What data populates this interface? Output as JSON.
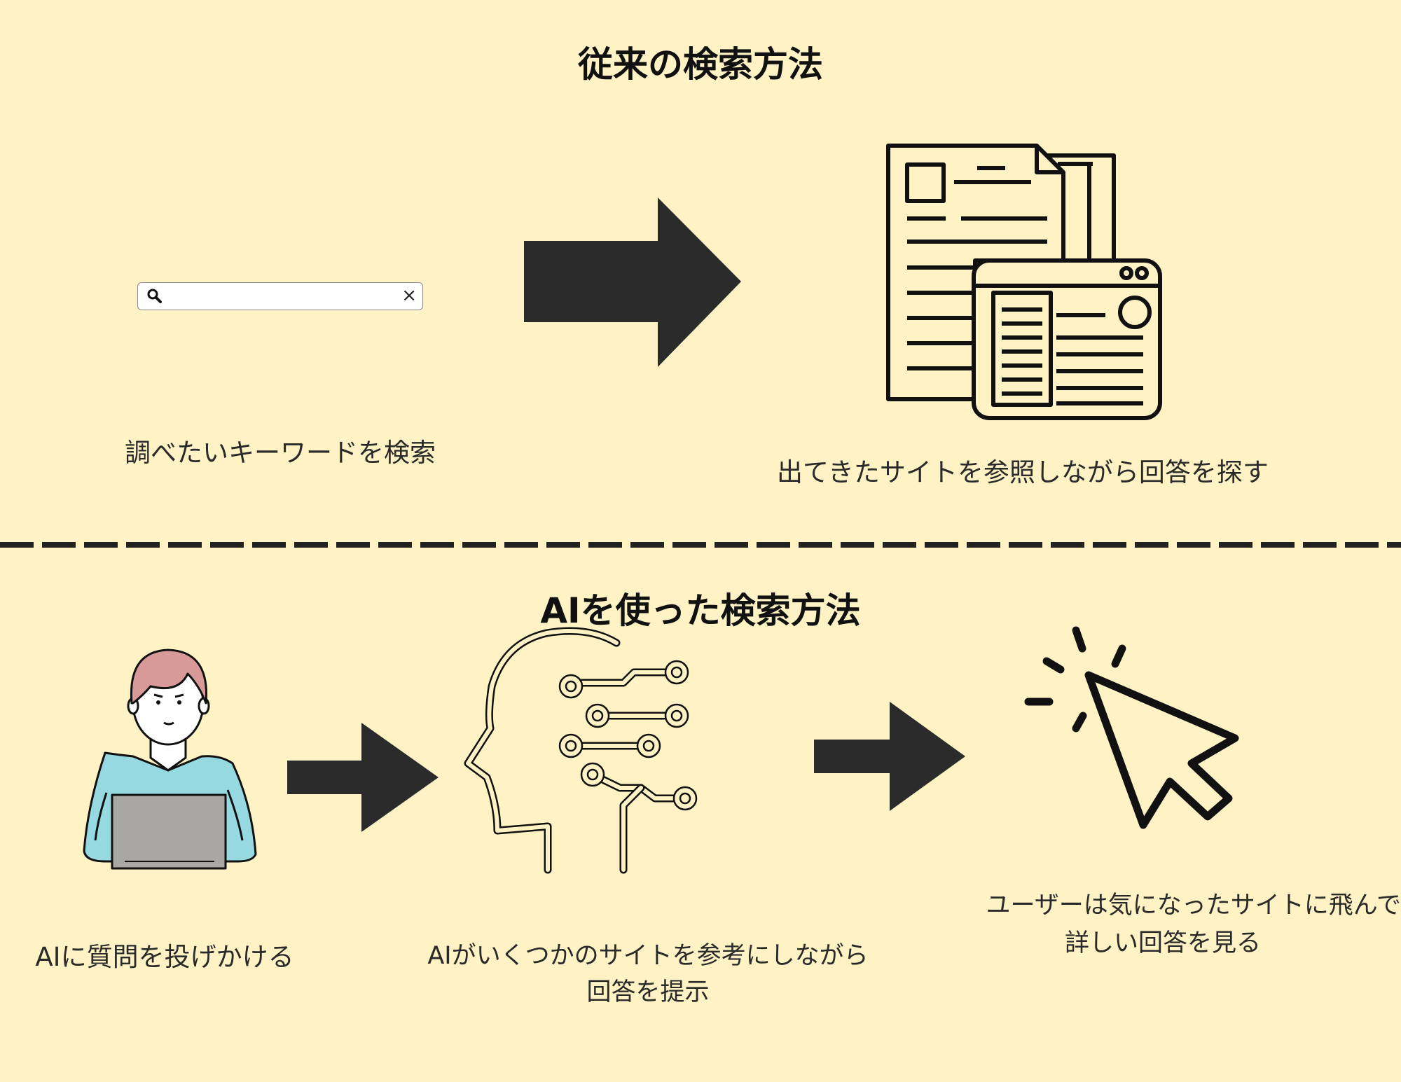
{
  "sections": {
    "traditional": {
      "title": "従来の検索方法",
      "step1_caption": "調べたいキーワードを検索",
      "step2_caption": "出てきたサイトを参照しながら回答を探す"
    },
    "ai": {
      "title": "AIを使った検索方法",
      "step1_caption": "AIに質問を投げかける",
      "step2_caption_line1": "AIがいくつかのサイトを参考にしながら",
      "step2_caption_line2": "回答を提示",
      "step3_caption_line1": "ユーザーは気になったサイトに飛んで",
      "step3_caption_line2": "詳しい回答を見る"
    }
  },
  "search_bar": {
    "icon": "search-icon",
    "clear_icon": "close-icon",
    "clear_glyph": "×"
  },
  "colors": {
    "background": "#fff2c4",
    "arrow": "#2b2b2b",
    "person_hair": "#d89a98",
    "person_shirt": "#96d9e0",
    "laptop": "#a9a6a6"
  }
}
